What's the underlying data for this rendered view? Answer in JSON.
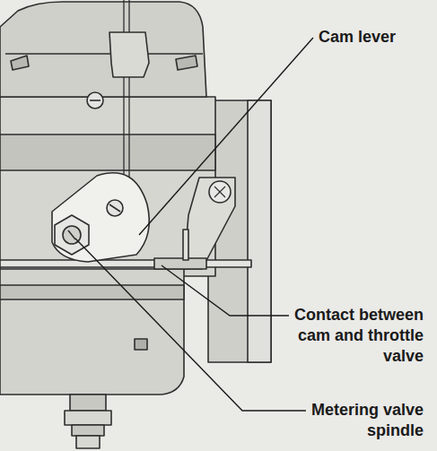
{
  "diagram": {
    "labels": [
      "Cam lever",
      "Contact between cam and throttle valve",
      "Metering valve spindle"
    ]
  }
}
